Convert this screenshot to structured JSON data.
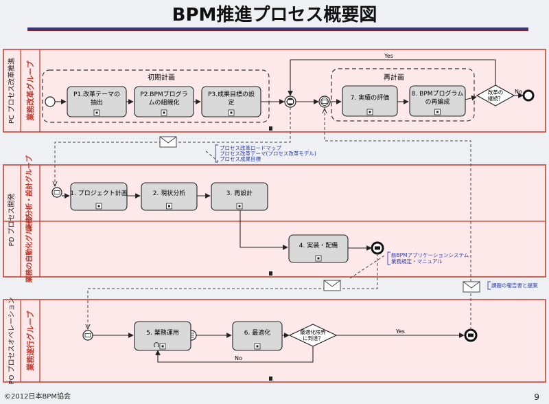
{
  "title": "BPM推進プロセス概要図",
  "footer": {
    "copyright": "©2012日本BPM協会",
    "page_number": "9"
  },
  "colors": {
    "lane_border": "#c0392b",
    "lane_fill": "#fde9ea",
    "header_rule": "#3a3a7a",
    "task_fill": "#d9d9d9",
    "annotation": "#2f3fa8"
  },
  "pools": [
    {
      "id": "p1",
      "pool_label": "PC プロセス改革推進",
      "lane_label": "業務改革グループ"
    },
    {
      "id": "p2",
      "pool_label": "PD プロセス開発",
      "lane_labels": [
        "業務分析・設計グループ",
        "業務の自動化グループ"
      ]
    },
    {
      "id": "p3",
      "pool_label": "PO プロセスオペレーション",
      "lane_label": "業務遂行グループ"
    }
  ],
  "groups": {
    "initial_plan": "初期計画",
    "replan": "再計画"
  },
  "tasks": {
    "p1": [
      "P1.改革テーマの",
      "抽出"
    ],
    "p2": [
      "P2.BPMプログラ",
      "ムの組織化"
    ],
    "p3": [
      "P3.成果目標の設",
      "定"
    ],
    "t7": [
      "7. 実績の評価"
    ],
    "t8": [
      "8. BPMプログラム",
      "の再編成"
    ],
    "d1": [
      "1. プロジェクト計画"
    ],
    "d2": [
      "2. 現状分析"
    ],
    "d3": [
      "3. 再設計"
    ],
    "d4": [
      "4. 実装・配備"
    ],
    "o5": [
      "5. 業務運用"
    ],
    "o6": [
      "6. 最適化"
    ]
  },
  "gateways": {
    "continue_reform": [
      "改革の",
      "継続？"
    ],
    "optimization_limit": [
      "最適化限界",
      "に到達？"
    ]
  },
  "flow_labels": {
    "yes_top": "Yes",
    "no_top": "No",
    "yes_bottom": "Yes",
    "no_bottom": "No"
  },
  "annotations": {
    "a1": [
      "プロセス改革ロードマップ",
      "プロセス改革テーマ(プロセス改革モデル)",
      "プロセス成果目標"
    ],
    "a2": [
      "新BPMアプリケーションシステム",
      "業務規定・マニュアル"
    ],
    "a3": [
      "課題の報告書と提案"
    ]
  }
}
